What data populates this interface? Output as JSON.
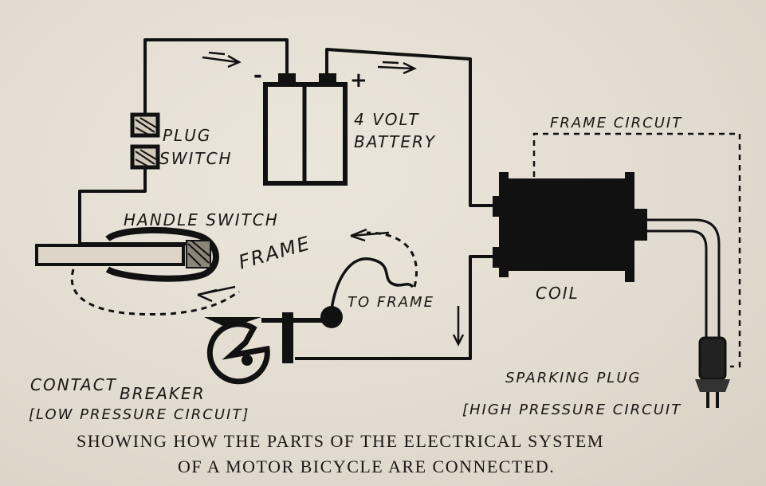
{
  "labels": {
    "battery_voltage": "4 VOLT",
    "battery_name": "BATTERY",
    "plug": "PLUG",
    "switch": "SWITCH",
    "handle_switch": "HANDLE SWITCH",
    "frame": "FRAME",
    "to_frame": "TO FRAME",
    "frame_circuit": "FRAME CIRCUIT",
    "coil": "COIL",
    "contact": "CONTACT",
    "breaker": "BREAKER",
    "low_pressure": "[LOW PRESSURE CIRCUIT]",
    "sparking_plug": "SPARKING PLUG",
    "high_pressure": "[HIGH PRESSURE CIRCUIT",
    "minus": "-",
    "plus": "+"
  },
  "caption": {
    "line1": "SHOWING HOW THE PARTS OF THE ELECTRICAL SYSTEM",
    "line2": "OF A MOTOR BICYCLE ARE CONNECTED."
  },
  "colors": {
    "ink": "#111111",
    "paper": "#e3ddd2"
  }
}
